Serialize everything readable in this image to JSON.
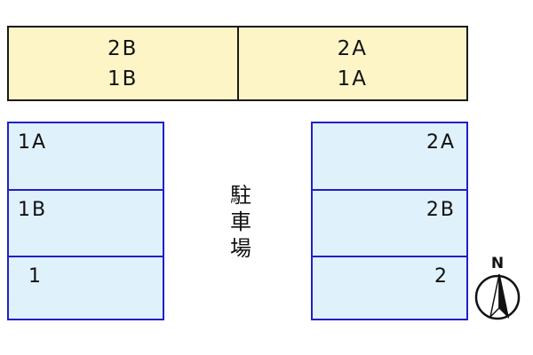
{
  "building": {
    "left_units": [
      "2B",
      "1B"
    ],
    "right_units": [
      "2A",
      "1A"
    ]
  },
  "parking": {
    "left_spaces": [
      "1A",
      "1B",
      "1"
    ],
    "right_spaces": [
      "2A",
      "2B",
      "2"
    ],
    "label_chars": [
      "駐",
      "車",
      "場"
    ]
  },
  "compass": {
    "label": "N"
  },
  "colors": {
    "building_fill": "#fdf5c6",
    "building_border": "#1a1a1a",
    "parking_fill": "#dff1fb",
    "parking_border": "#2020c8"
  }
}
